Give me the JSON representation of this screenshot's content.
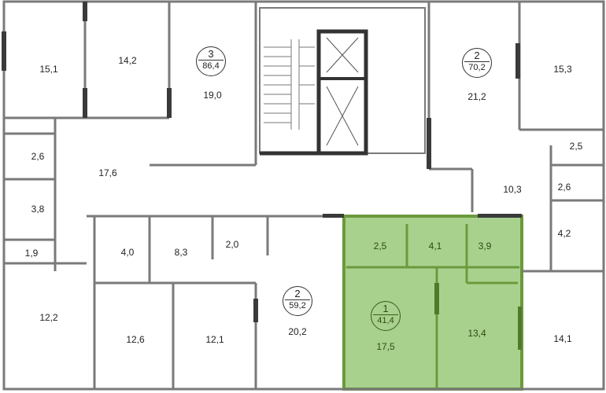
{
  "colors": {
    "highlight": "#a9d18e",
    "highlight_wall": "#6a9a3c",
    "wall": "#7a7a7a",
    "wall_dark": "#3a3a3a"
  },
  "apartments": [
    {
      "rooms_count": "3",
      "total_area": "86,4",
      "highlighted": false
    },
    {
      "rooms_count": "2",
      "total_area": "70,2",
      "highlighted": false
    },
    {
      "rooms_count": "2",
      "total_area": "59,2",
      "highlighted": false
    },
    {
      "rooms_count": "1",
      "total_area": "41,4",
      "highlighted": true
    }
  ],
  "rooms": {
    "r15_1": "15,1",
    "r14_2": "14,2",
    "r19_0": "19,0",
    "r21_2": "21,2",
    "r15_3": "15,3",
    "r2_6a": "2,6",
    "r17_6": "17,6",
    "r3_8": "3,8",
    "r1_9": "1,9",
    "r12_2": "12,2",
    "r4_0": "4,0",
    "r8_3": "8,3",
    "r2_0": "2,0",
    "r20_2": "20,2",
    "r12_6": "12,6",
    "r12_1": "12,1",
    "r2_5a": "2,5",
    "r10_3": "10,3",
    "r2_6b": "2,6",
    "r4_2": "4,2",
    "r14_1": "14,1",
    "r2_5g": "2,5",
    "r4_1": "4,1",
    "r3_9": "3,9",
    "r17_5": "17,5",
    "r13_4": "13,4"
  }
}
